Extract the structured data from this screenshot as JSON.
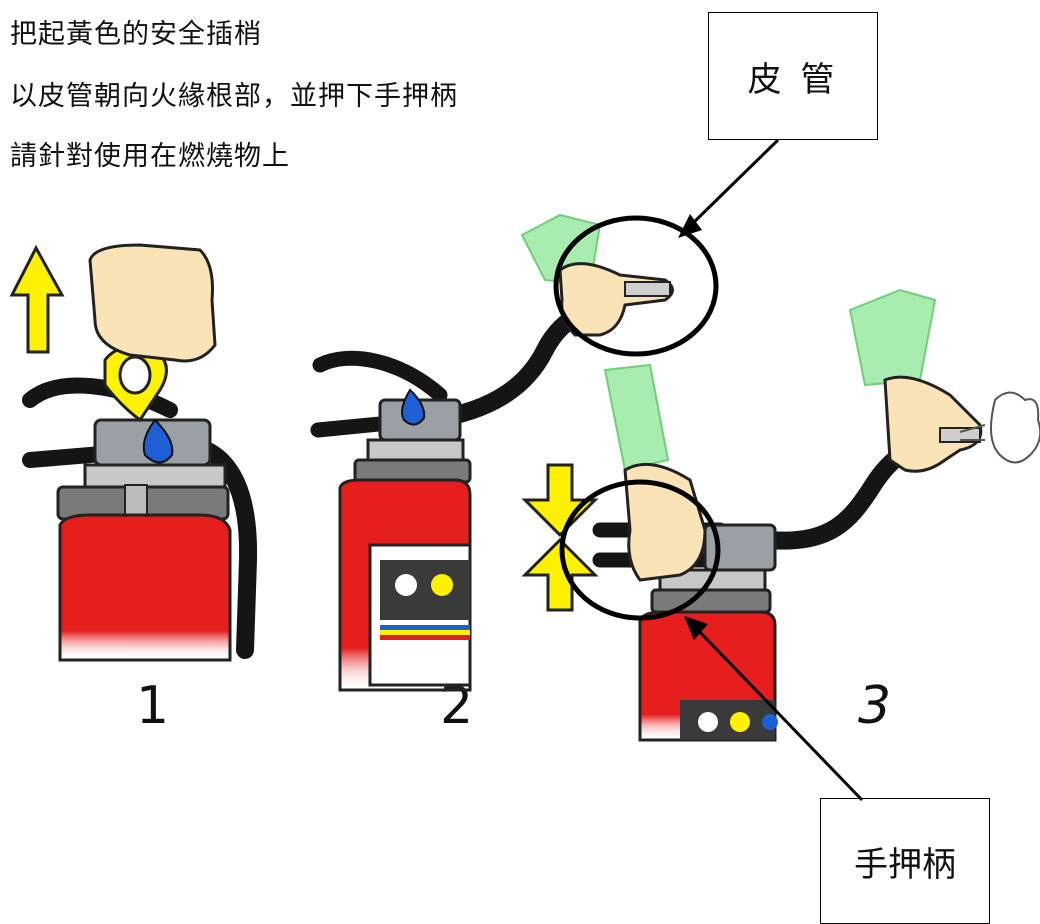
{
  "instructions": [
    "把起黃色的安全插梢",
    "以皮管朝向火緣根部，並押下手押柄",
    "請針對使用在燃燒物上"
  ],
  "callouts": {
    "hose": "皮 管",
    "handle": "手押柄"
  },
  "steps": [
    "1",
    "2",
    "3"
  ],
  "colors": {
    "extinguisher_red": "#e61e1e",
    "arrow_yellow": "#fff200",
    "sleeve_green": "#a8ecb0",
    "skin": "#fbe3b8",
    "hose_black": "#151515",
    "pin_blue": "#1f5fd6"
  }
}
